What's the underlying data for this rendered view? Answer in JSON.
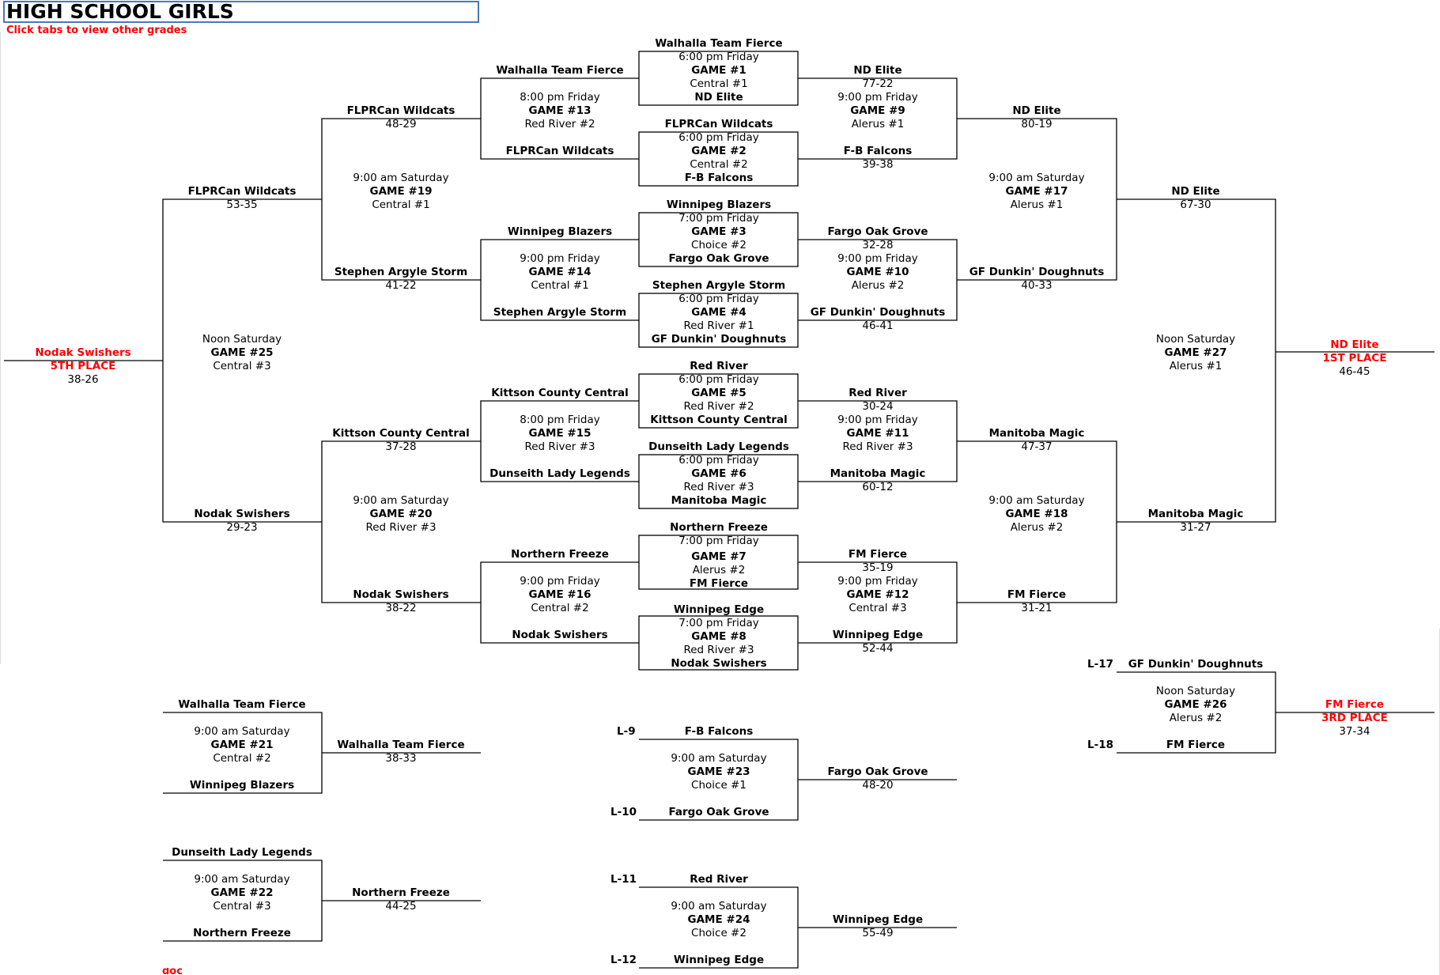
{
  "sheet": {
    "title": "HIGH SCHOOL GIRLS",
    "hint": "Click tabs to view other grades",
    "footer_partial": "doc"
  },
  "consolation_labels": {
    "l9": "L-9",
    "l10": "L-10",
    "l11": "L-11",
    "l12": "L-12",
    "l17": "L-17",
    "l18": "L-18"
  },
  "games": {
    "g1": {
      "team_a": "Walhalla Team Fierce",
      "time": "6:00 pm Friday",
      "game": "GAME #1",
      "venue": "Central #1",
      "team_b": "ND Elite"
    },
    "g2": {
      "team_a": "FLPRCan Wildcats",
      "time": "6:00 pm Friday",
      "game": "GAME #2",
      "venue": "Central #2",
      "team_b": "F-B Falcons"
    },
    "g3": {
      "team_a": "Winnipeg Blazers",
      "time": "7:00 pm Friday",
      "game": "GAME #3",
      "venue": "Choice #2",
      "team_b": "Fargo Oak Grove"
    },
    "g4": {
      "team_a": "Stephen Argyle Storm",
      "time": "6:00 pm Friday",
      "game": "GAME #4",
      "venue": "Red River #1",
      "team_b": "GF Dunkin' Doughnuts"
    },
    "g5": {
      "team_a": "Red River",
      "time": "6:00 pm Friday",
      "game": "GAME #5",
      "venue": "Red River #2",
      "team_b": "Kittson County Central"
    },
    "g6": {
      "team_a": "Dunseith Lady Legends",
      "time": "6:00 pm Friday",
      "game": "GAME #6",
      "venue": "Red River #3",
      "team_b": "Manitoba Magic"
    },
    "g7": {
      "team_a": "Northern Freeze",
      "time": "7:00 pm Friday",
      "game": "GAME #7",
      "venue": "Alerus #2",
      "team_b": "FM Fierce"
    },
    "g8": {
      "team_a": "Winnipeg Edge",
      "time": "7:00 pm Friday",
      "game": "GAME #8",
      "venue": "Red River #3",
      "team_b": "Nodak Swishers"
    },
    "g9": {
      "team_a": "ND Elite",
      "score_a": "77-22",
      "time": "9:00 pm Friday",
      "game": "GAME #9",
      "venue": "Alerus #1",
      "team_b": "F-B Falcons",
      "score_b": "39-38"
    },
    "g10": {
      "team_a": "Fargo Oak Grove",
      "score_a": "32-28",
      "time": "9:00 pm Friday",
      "game": "GAME #10",
      "venue": "Alerus #2",
      "team_b": "GF Dunkin' Doughnuts",
      "score_b": "46-41"
    },
    "g11": {
      "team_a": "Red River",
      "score_a": "30-24",
      "time": "9:00 pm Friday",
      "game": "GAME #11",
      "venue": "Red River #3",
      "team_b": "Manitoba Magic",
      "score_b": "60-12"
    },
    "g12": {
      "team_a": "FM Fierce",
      "score_a": "35-19",
      "time": "9:00 pm Friday",
      "game": "GAME #12",
      "venue": "Central #3",
      "team_b": "Winnipeg Edge",
      "score_b": "52-44"
    },
    "g13": {
      "team_a": "Walhalla Team Fierce",
      "time": "8:00 pm Friday",
      "game": "GAME #13",
      "venue": "Red River #2",
      "team_b": "FLPRCan Wildcats"
    },
    "g14": {
      "team_a": "Winnipeg Blazers",
      "time": "9:00 pm Friday",
      "game": "GAME #14",
      "venue": "Central #1",
      "team_b": "Stephen Argyle Storm"
    },
    "g15": {
      "team_a": "Kittson County Central",
      "time": "8:00 pm Friday",
      "game": "GAME #15",
      "venue": "Red River #3",
      "team_b": "Dunseith Lady Legends"
    },
    "g16": {
      "team_a": "Northern Freeze",
      "time": "9:00 pm Friday",
      "game": "GAME #16",
      "venue": "Central #2",
      "team_b": "Nodak Swishers"
    },
    "g17": {
      "team_a": "ND Elite",
      "score_a": "80-19",
      "time": "9:00 am Saturday",
      "game": "GAME #17",
      "venue": "Alerus #1",
      "team_b": "GF Dunkin' Doughnuts",
      "score_b": "40-33"
    },
    "g18": {
      "team_a": "Manitoba Magic",
      "score_a": "47-37",
      "time": "9:00 am Saturday",
      "game": "GAME #18",
      "venue": "Alerus #2",
      "team_b": "FM Fierce",
      "score_b": "31-21"
    },
    "g19": {
      "team_a": "FLPRCan Wildcats",
      "score_a": "48-29",
      "time": "9:00 am Saturday",
      "game": "GAME #19",
      "venue": "Central #1",
      "team_b": "Stephen Argyle Storm",
      "score_b": "41-22"
    },
    "g20": {
      "team_a": "Kittson County Central",
      "score_a": "37-28",
      "time": "9:00 am Saturday",
      "game": "GAME #20",
      "venue": "Red River #3",
      "team_b": "Nodak Swishers",
      "score_b": "38-22"
    },
    "g25": {
      "team_a": "FLPRCan Wildcats",
      "score_a": "53-35",
      "time": "Noon Saturday",
      "game": "GAME #25",
      "venue": "Central #3",
      "team_b": "Nodak Swishers",
      "score_b": "29-23",
      "result_team": "Nodak Swishers",
      "result_place": "5TH PLACE",
      "result_score": "38-26"
    },
    "g27": {
      "team_a": "ND Elite",
      "score_a": "67-30",
      "time": "Noon Saturday",
      "game": "GAME #27",
      "venue": "Alerus #1",
      "team_b": "Manitoba Magic",
      "score_b": "31-27",
      "result_team": "ND Elite",
      "result_place": "1ST PLACE",
      "result_score": "46-45"
    },
    "g21": {
      "team_a": "Walhalla Team Fierce",
      "time": "9:00 am Saturday",
      "game": "GAME #21",
      "venue": "Central #2",
      "team_b": "Winnipeg Blazers",
      "winner": "Walhalla Team Fierce",
      "winner_score": "38-33"
    },
    "g22": {
      "team_a": "Dunseith Lady Legends",
      "time": "9:00 am Saturday",
      "game": "GAME #22",
      "venue": "Central #3",
      "team_b": "Northern Freeze",
      "winner": "Northern Freeze",
      "winner_score": "44-25"
    },
    "g23": {
      "team_a": "F-B Falcons",
      "time": "9:00 am Saturday",
      "game": "GAME #23",
      "venue": "Choice #1",
      "team_b": "Fargo Oak Grove",
      "winner": "Fargo Oak Grove",
      "winner_score": "48-20"
    },
    "g24": {
      "team_a": "Red River",
      "time": "9:00 am Saturday",
      "game": "GAME #24",
      "venue": "Choice #2",
      "team_b": "Winnipeg Edge",
      "winner": "Winnipeg Edge",
      "winner_score": "55-49"
    },
    "g26": {
      "team_a": "GF Dunkin' Doughnuts",
      "time": "Noon Saturday",
      "game": "GAME #26",
      "venue": "Alerus #2",
      "team_b": "FM Fierce",
      "result_team": "FM Fierce",
      "result_place": "3RD PLACE",
      "result_score": "37-34"
    }
  }
}
